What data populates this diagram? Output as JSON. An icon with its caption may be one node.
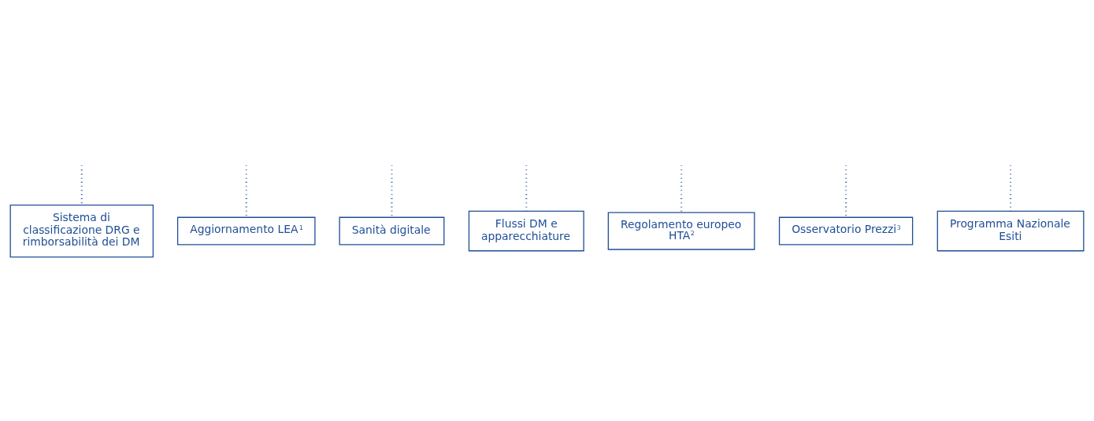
{
  "diagram": {
    "nodes": [
      {
        "text": [
          "Sistema di classificazione DRG e rimborsabilità dei DM"
        ]
      },
      {
        "text": [
          "Aggiornamento LEA$^{1}$"
        ]
      },
      {
        "text": [
          "Sanità digitale"
        ]
      },
      {
        "text": [
          "Flussi DM e apparecchiature"
        ]
      },
      {
        "text": [
          "Regolamento europeo HTA$^{2}$"
        ]
      },
      {
        "text": [
          "Osservatorio Prezzi$^{3}$"
        ]
      },
      {
        "text": [
          "Programma Nazionale Esiti"
        ]
      }
    ],
    "edges": [
      {
        "from": null,
        "to": 0,
        "arrow": "none",
        "style": "dashed"
      },
      {
        "from": null,
        "to": 1,
        "arrow": "none",
        "style": "dashed"
      },
      {
        "from": null,
        "to": 2,
        "arrow": "none",
        "style": "dashed"
      },
      {
        "from": null,
        "to": 3,
        "arrow": "none",
        "style": "dashed"
      },
      {
        "from": null,
        "to": 4,
        "arrow": "none",
        "style": "dashed"
      },
      {
        "from": null,
        "to": 5,
        "arrow": "none",
        "style": "dashed"
      },
      {
        "from": null,
        "to": 6,
        "arrow": "none",
        "style": "dashed"
      }
    ]
  }
}
